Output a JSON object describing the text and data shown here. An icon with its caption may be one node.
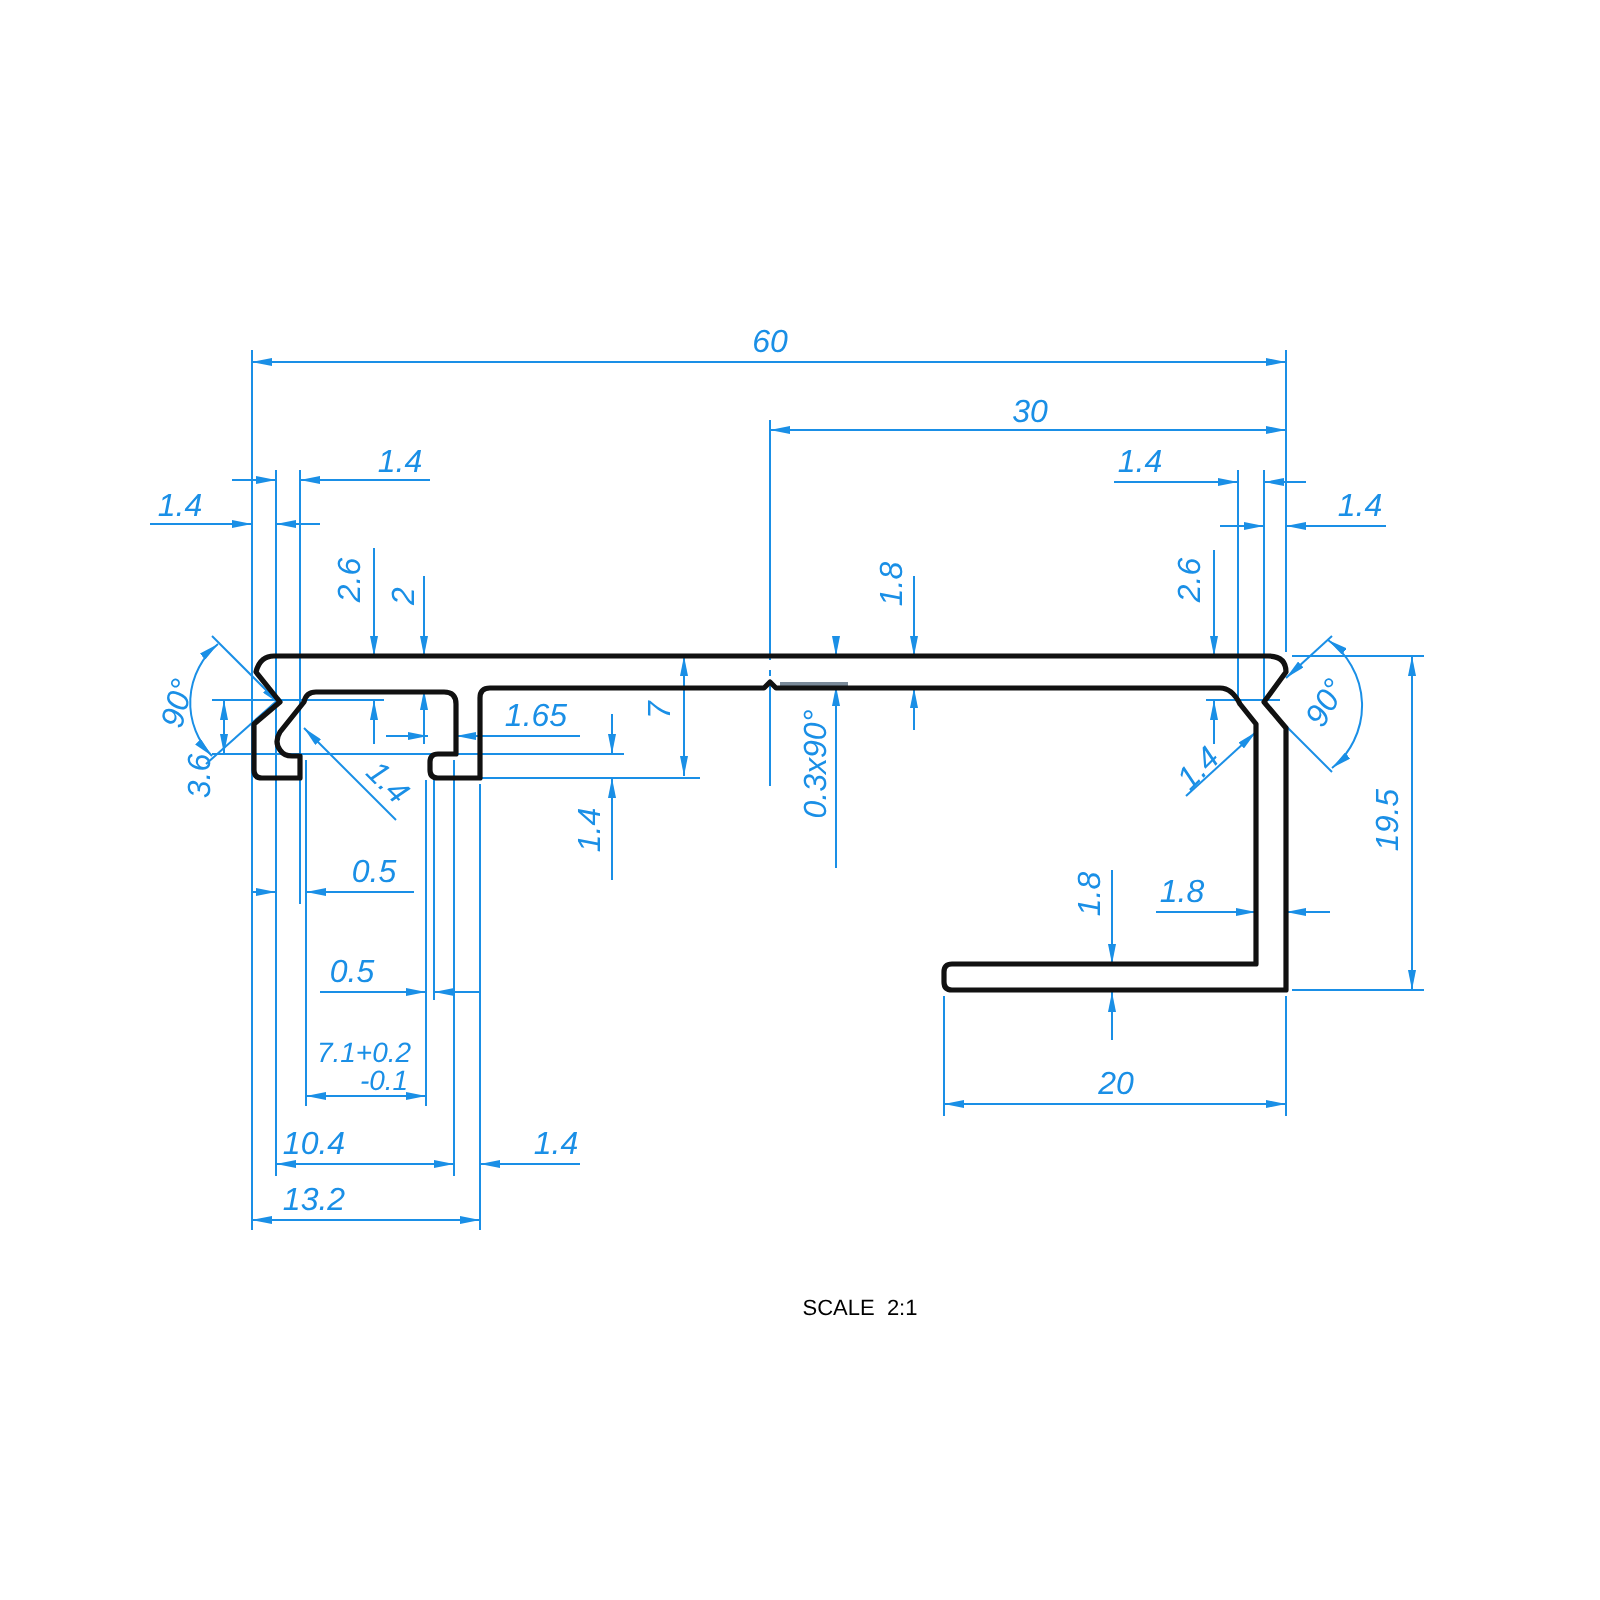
{
  "diagram": {
    "labels": [
      "60",
      "30",
      "1.4",
      "1.4",
      "1.4",
      "1.4",
      "2.6",
      "2",
      "1.8",
      "2.6",
      "90°",
      "90°",
      "1.65",
      "7",
      "3.6",
      "1.4",
      "1.4",
      "1.4",
      "0.3x90°",
      "19.5",
      "0.5",
      "1.8",
      "1.8",
      "0.5",
      "7.1+0.2",
      "-0.1",
      "20",
      "10.4",
      "1.4",
      "13.2",
      "SCALE  2:1"
    ]
  }
}
